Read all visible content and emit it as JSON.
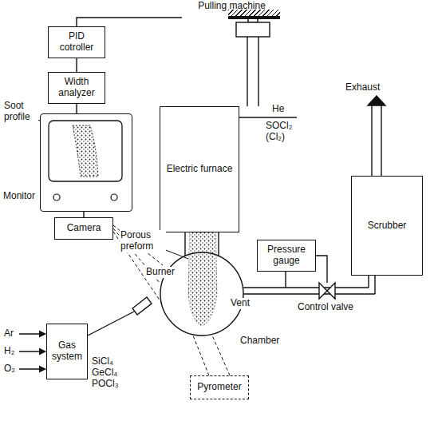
{
  "diagram": {
    "nodes": [
      {
        "text": [
          "Pulling machine"
        ]
      },
      {
        "text": [
          "PID cotroller"
        ]
      },
      {
        "text": [
          "Width analyzer"
        ]
      },
      {
        "text": [
          "Monitor"
        ]
      },
      {
        "text": [
          "Electric furnace"
        ]
      },
      {
        "text": [
          "Camera"
        ]
      },
      {
        "text": [
          "Gas system"
        ]
      },
      {
        "text": [
          "Pressure gauge"
        ]
      },
      {
        "text": [
          "Scrubber"
        ]
      },
      {
        "text": [
          "Pyrometer"
        ]
      }
    ],
    "edges": [
      {
        "from": 1,
        "to": 0,
        "arrow": "none"
      },
      {
        "from": 2,
        "to": 1,
        "arrow": "none"
      },
      {
        "from": 3,
        "to": 2,
        "arrow": "none"
      },
      {
        "from": 5,
        "to": 3,
        "arrow": "none"
      }
    ],
    "labels": [
      "Soot profile",
      "He",
      "SOCl₂ (Cl₂)",
      "Exhaust",
      "Porous preform",
      "Burner",
      "Chamber",
      "Vent",
      "Control valve",
      "Ar",
      "H₂",
      "O₂",
      "SiCl₄ GeCl₄ POCl₃"
    ]
  }
}
